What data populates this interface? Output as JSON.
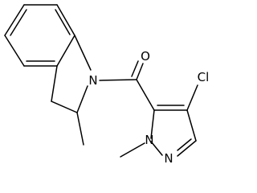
{
  "molecule": {
    "atoms": {
      "indoline_N": "N",
      "carbonyl_O": "O",
      "pyrazole_N1": "N",
      "pyrazole_N2": "N",
      "chloro": "Cl"
    }
  },
  "colors": {
    "bond": "#000000",
    "label": "#000000",
    "background": "#ffffff"
  }
}
